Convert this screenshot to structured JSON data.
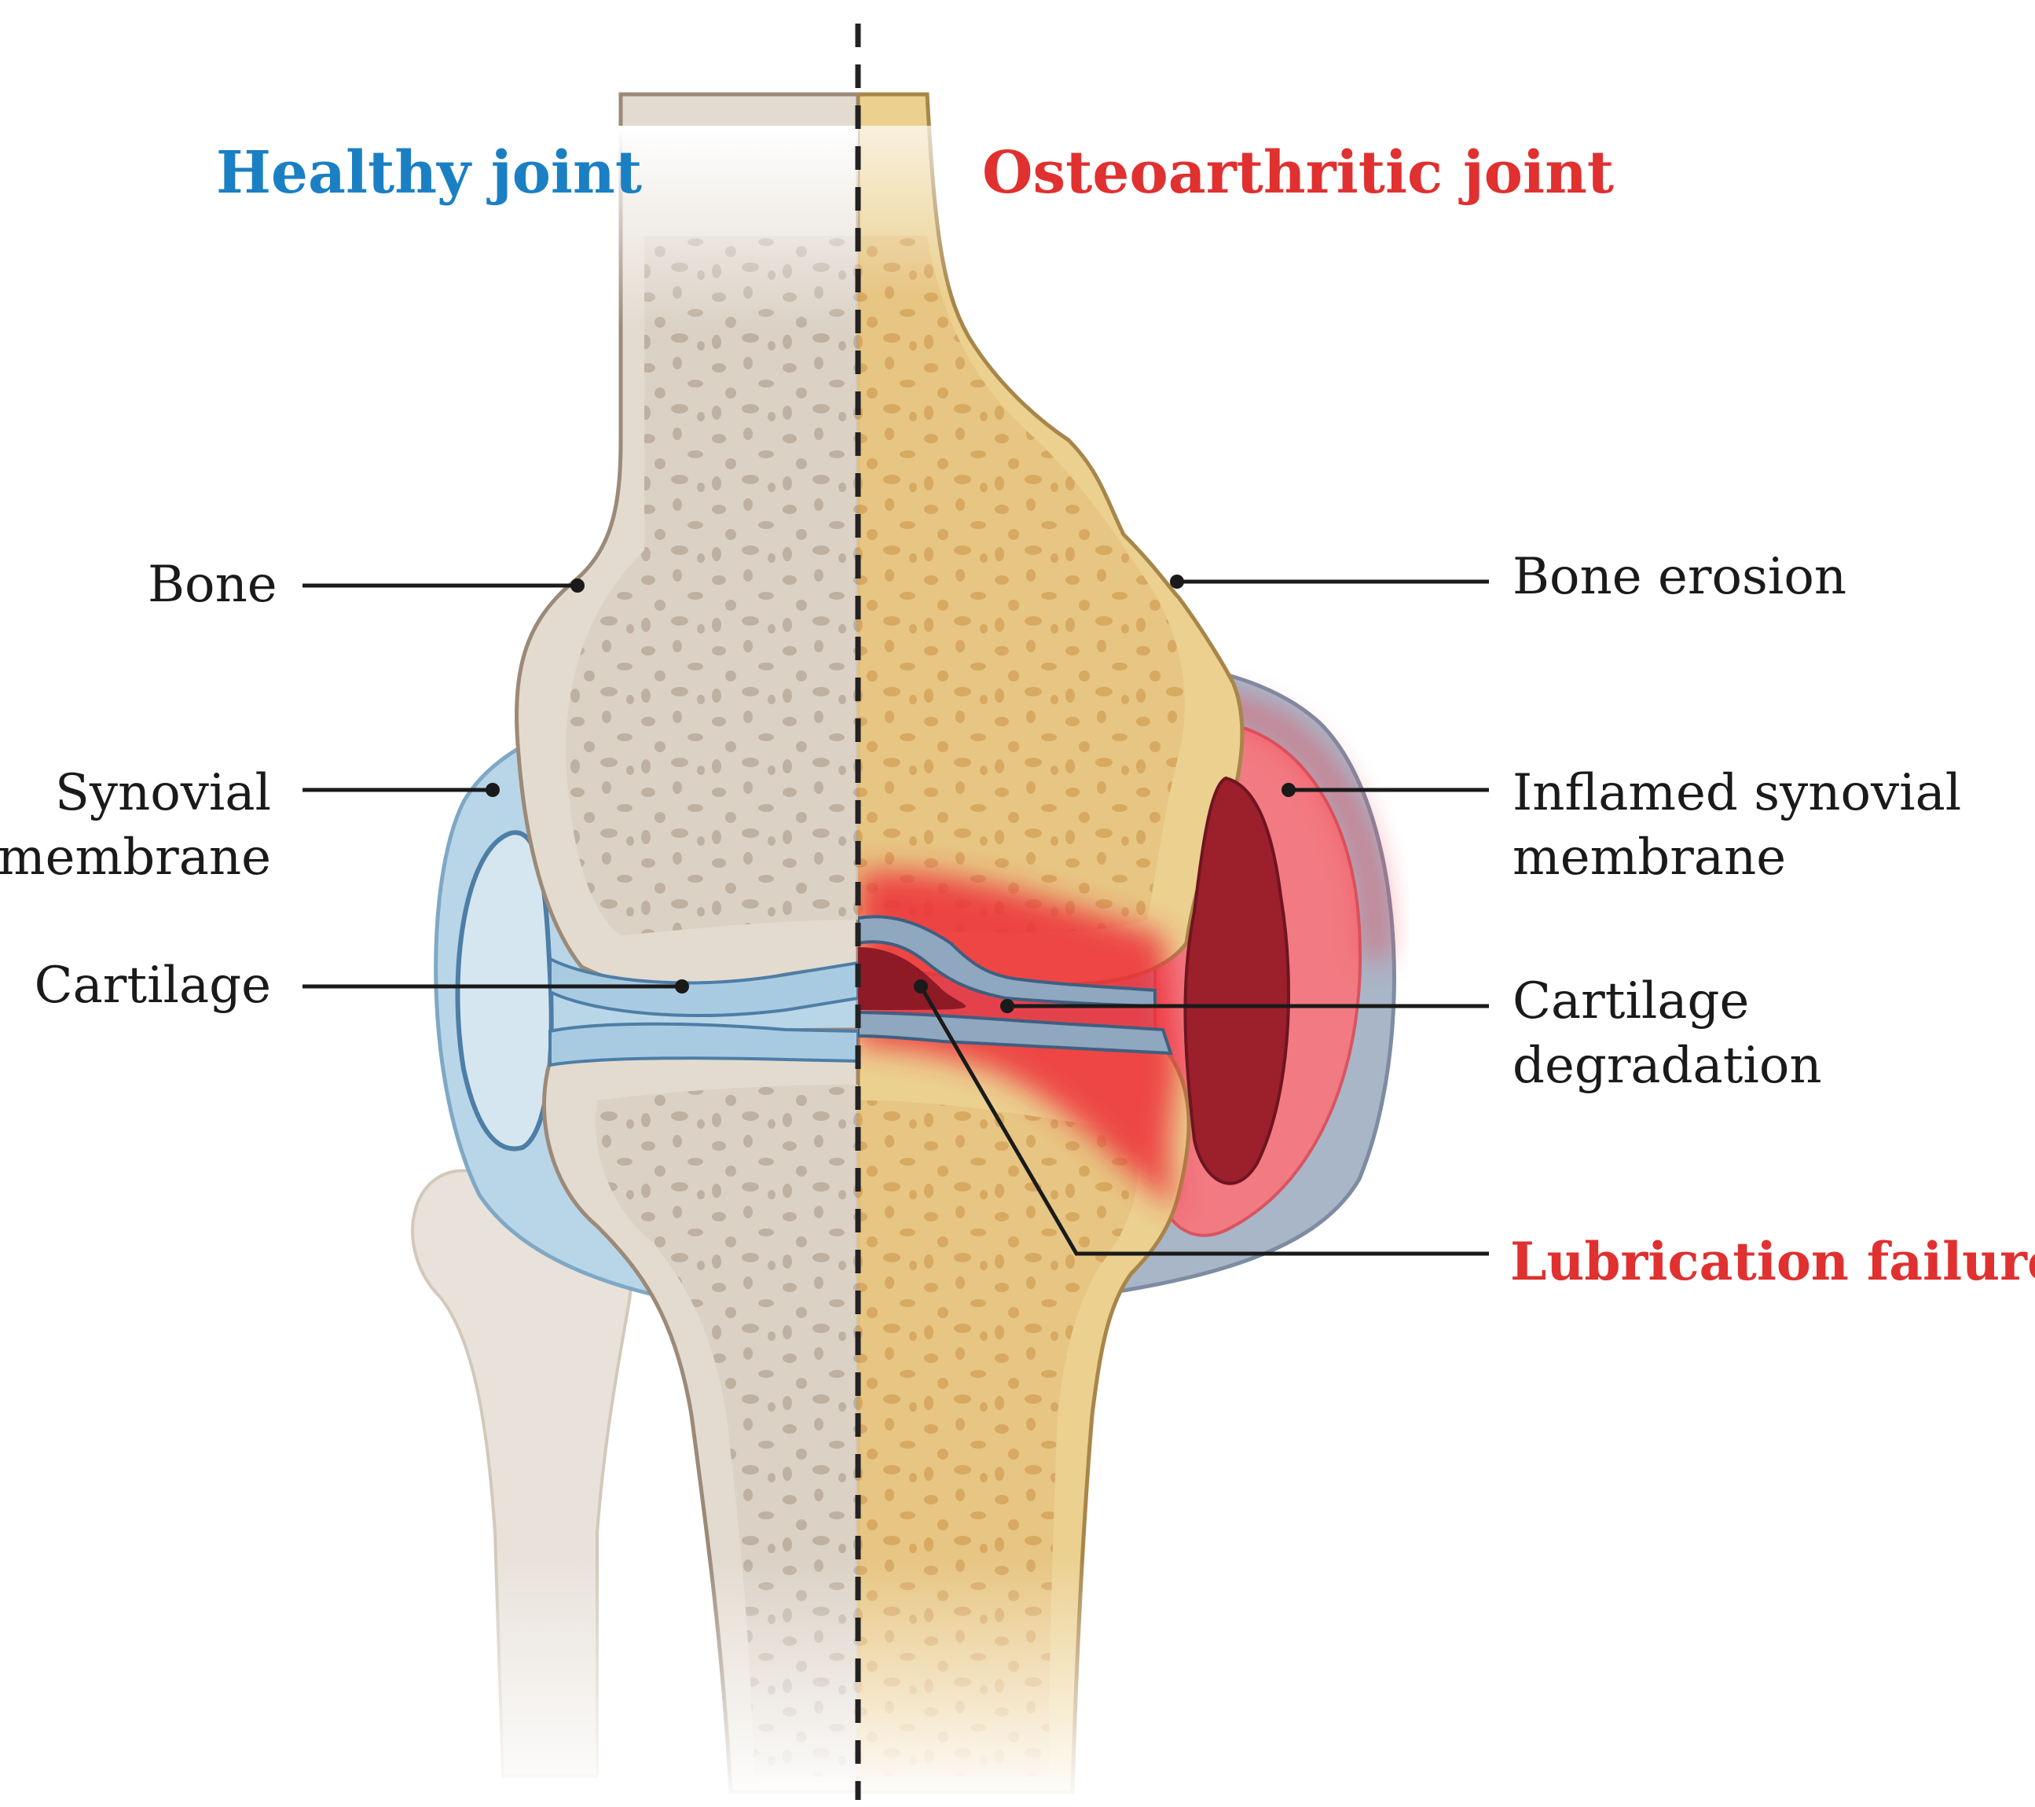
{
  "headings": {
    "left": "Healthy joint",
    "right": "Osteoarthritic joint"
  },
  "labels": {
    "bone": "Bone",
    "synovial_line1": "Synovial",
    "synovial_line2": "membrane",
    "cartilage": "Cartilage",
    "bone_erosion": "Bone erosion",
    "inflamed_line1": "Inflamed synovial",
    "inflamed_line2": "membrane",
    "cart_deg_line1": "Cartilage",
    "cart_deg_line2": "degradation",
    "lubrication": "Lubrication failure"
  },
  "colors": {
    "healthy_heading": "#1b7fc4",
    "oa_heading": "#e03030",
    "lubrication_label": "#e03030",
    "healthy_bone": "#e3dbd0",
    "oa_bone": "#ebd08f",
    "synovial_fluid": "#b9d6e8",
    "inflamed_tissue": "#f27a82"
  }
}
